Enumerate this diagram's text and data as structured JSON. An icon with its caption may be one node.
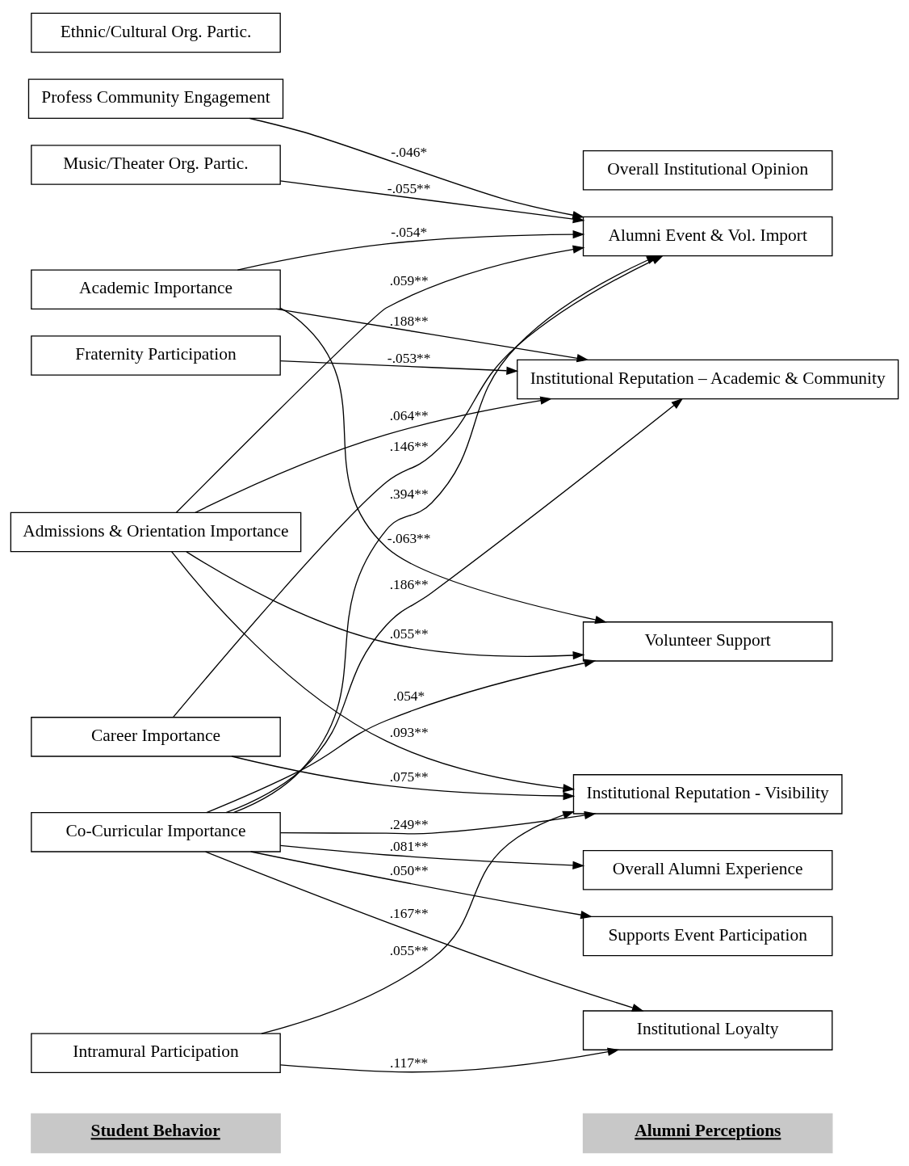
{
  "diagram": {
    "nodes": [
      {
        "text": [
          "Student Behavior"
        ]
      },
      {
        "text": [
          "Alumni Perceptions"
        ]
      },
      {
        "text": [
          "Academic Importance"
        ]
      },
      {
        "text": [
          "Admissions & Orientation Importance"
        ]
      },
      {
        "text": [
          "Co-Curricular Importance"
        ]
      },
      {
        "text": [
          "Profess Community Engagement"
        ]
      },
      {
        "text": [
          "Music/Theater Org. Partic."
        ]
      },
      {
        "text": [
          "Fraternity Participation"
        ]
      },
      {
        "text": [
          "Intramural Participation"
        ]
      },
      {
        "text": [
          "Ethnic/Cultural Org. Partic."
        ]
      },
      {
        "text": [
          "Career Importance"
        ]
      },
      {
        "text": [
          "Alumni Event & Vol. Import"
        ]
      },
      {
        "text": [
          "Volunteer Support"
        ]
      },
      {
        "text": [
          "Supports Event Participation"
        ]
      },
      {
        "text": [
          "Institutional Loyalty"
        ]
      },
      {
        "text": [
          "Institutional Reputation - Visibility"
        ]
      },
      {
        "text": [
          "Institutional Reputation – Academic & Community"
        ]
      },
      {
        "text": [
          "Overall Alumni Experience"
        ]
      },
      {
        "text": [
          "Overall Institutional Opinion"
        ]
      }
    ],
    "edges": [
      {
        "from": 2,
        "to": 11,
        "arrow": "to",
        "label": "-.054*"
      },
      {
        "from": 2,
        "to": 12,
        "arrow": "to",
        "label": "-.063**"
      },
      {
        "from": 2,
        "to": 16,
        "arrow": "to",
        "label": ".188**"
      },
      {
        "from": 3,
        "to": 11,
        "arrow": "to",
        "label": ".059**"
      },
      {
        "from": 3,
        "to": 12,
        "arrow": "to",
        "label": ".055**"
      },
      {
        "from": 3,
        "to": 15,
        "arrow": "to",
        "label": ".093**"
      },
      {
        "from": 3,
        "to": 16,
        "arrow": "to",
        "label": ".064**"
      },
      {
        "from": 4,
        "to": 11,
        "arrow": "to",
        "label": ".394**"
      },
      {
        "from": 4,
        "to": 12,
        "arrow": "to",
        "label": ".054*"
      },
      {
        "from": 4,
        "to": 13,
        "arrow": "to",
        "label": ".050**"
      },
      {
        "from": 4,
        "to": 14,
        "arrow": "to",
        "label": ".167**"
      },
      {
        "from": 4,
        "to": 15,
        "arrow": "to",
        "label": ".249**"
      },
      {
        "from": 4,
        "to": 16,
        "arrow": "to",
        "label": ".186**"
      },
      {
        "from": 4,
        "to": 17,
        "arrow": "to",
        "label": ".081**"
      },
      {
        "from": 5,
        "to": 11,
        "arrow": "to",
        "label": "-.046*"
      },
      {
        "from": 6,
        "to": 11,
        "arrow": "to",
        "label": "-.055**"
      },
      {
        "from": 7,
        "to": 16,
        "arrow": "to",
        "label": "-.053**"
      },
      {
        "from": 8,
        "to": 14,
        "arrow": "to",
        "label": ".117**"
      },
      {
        "from": 8,
        "to": 15,
        "arrow": "to",
        "label": ".055**"
      },
      {
        "from": 10,
        "to": 11,
        "arrow": "to",
        "label": ".146**"
      },
      {
        "from": 10,
        "to": 15,
        "arrow": "to",
        "label": ".075**"
      }
    ]
  }
}
